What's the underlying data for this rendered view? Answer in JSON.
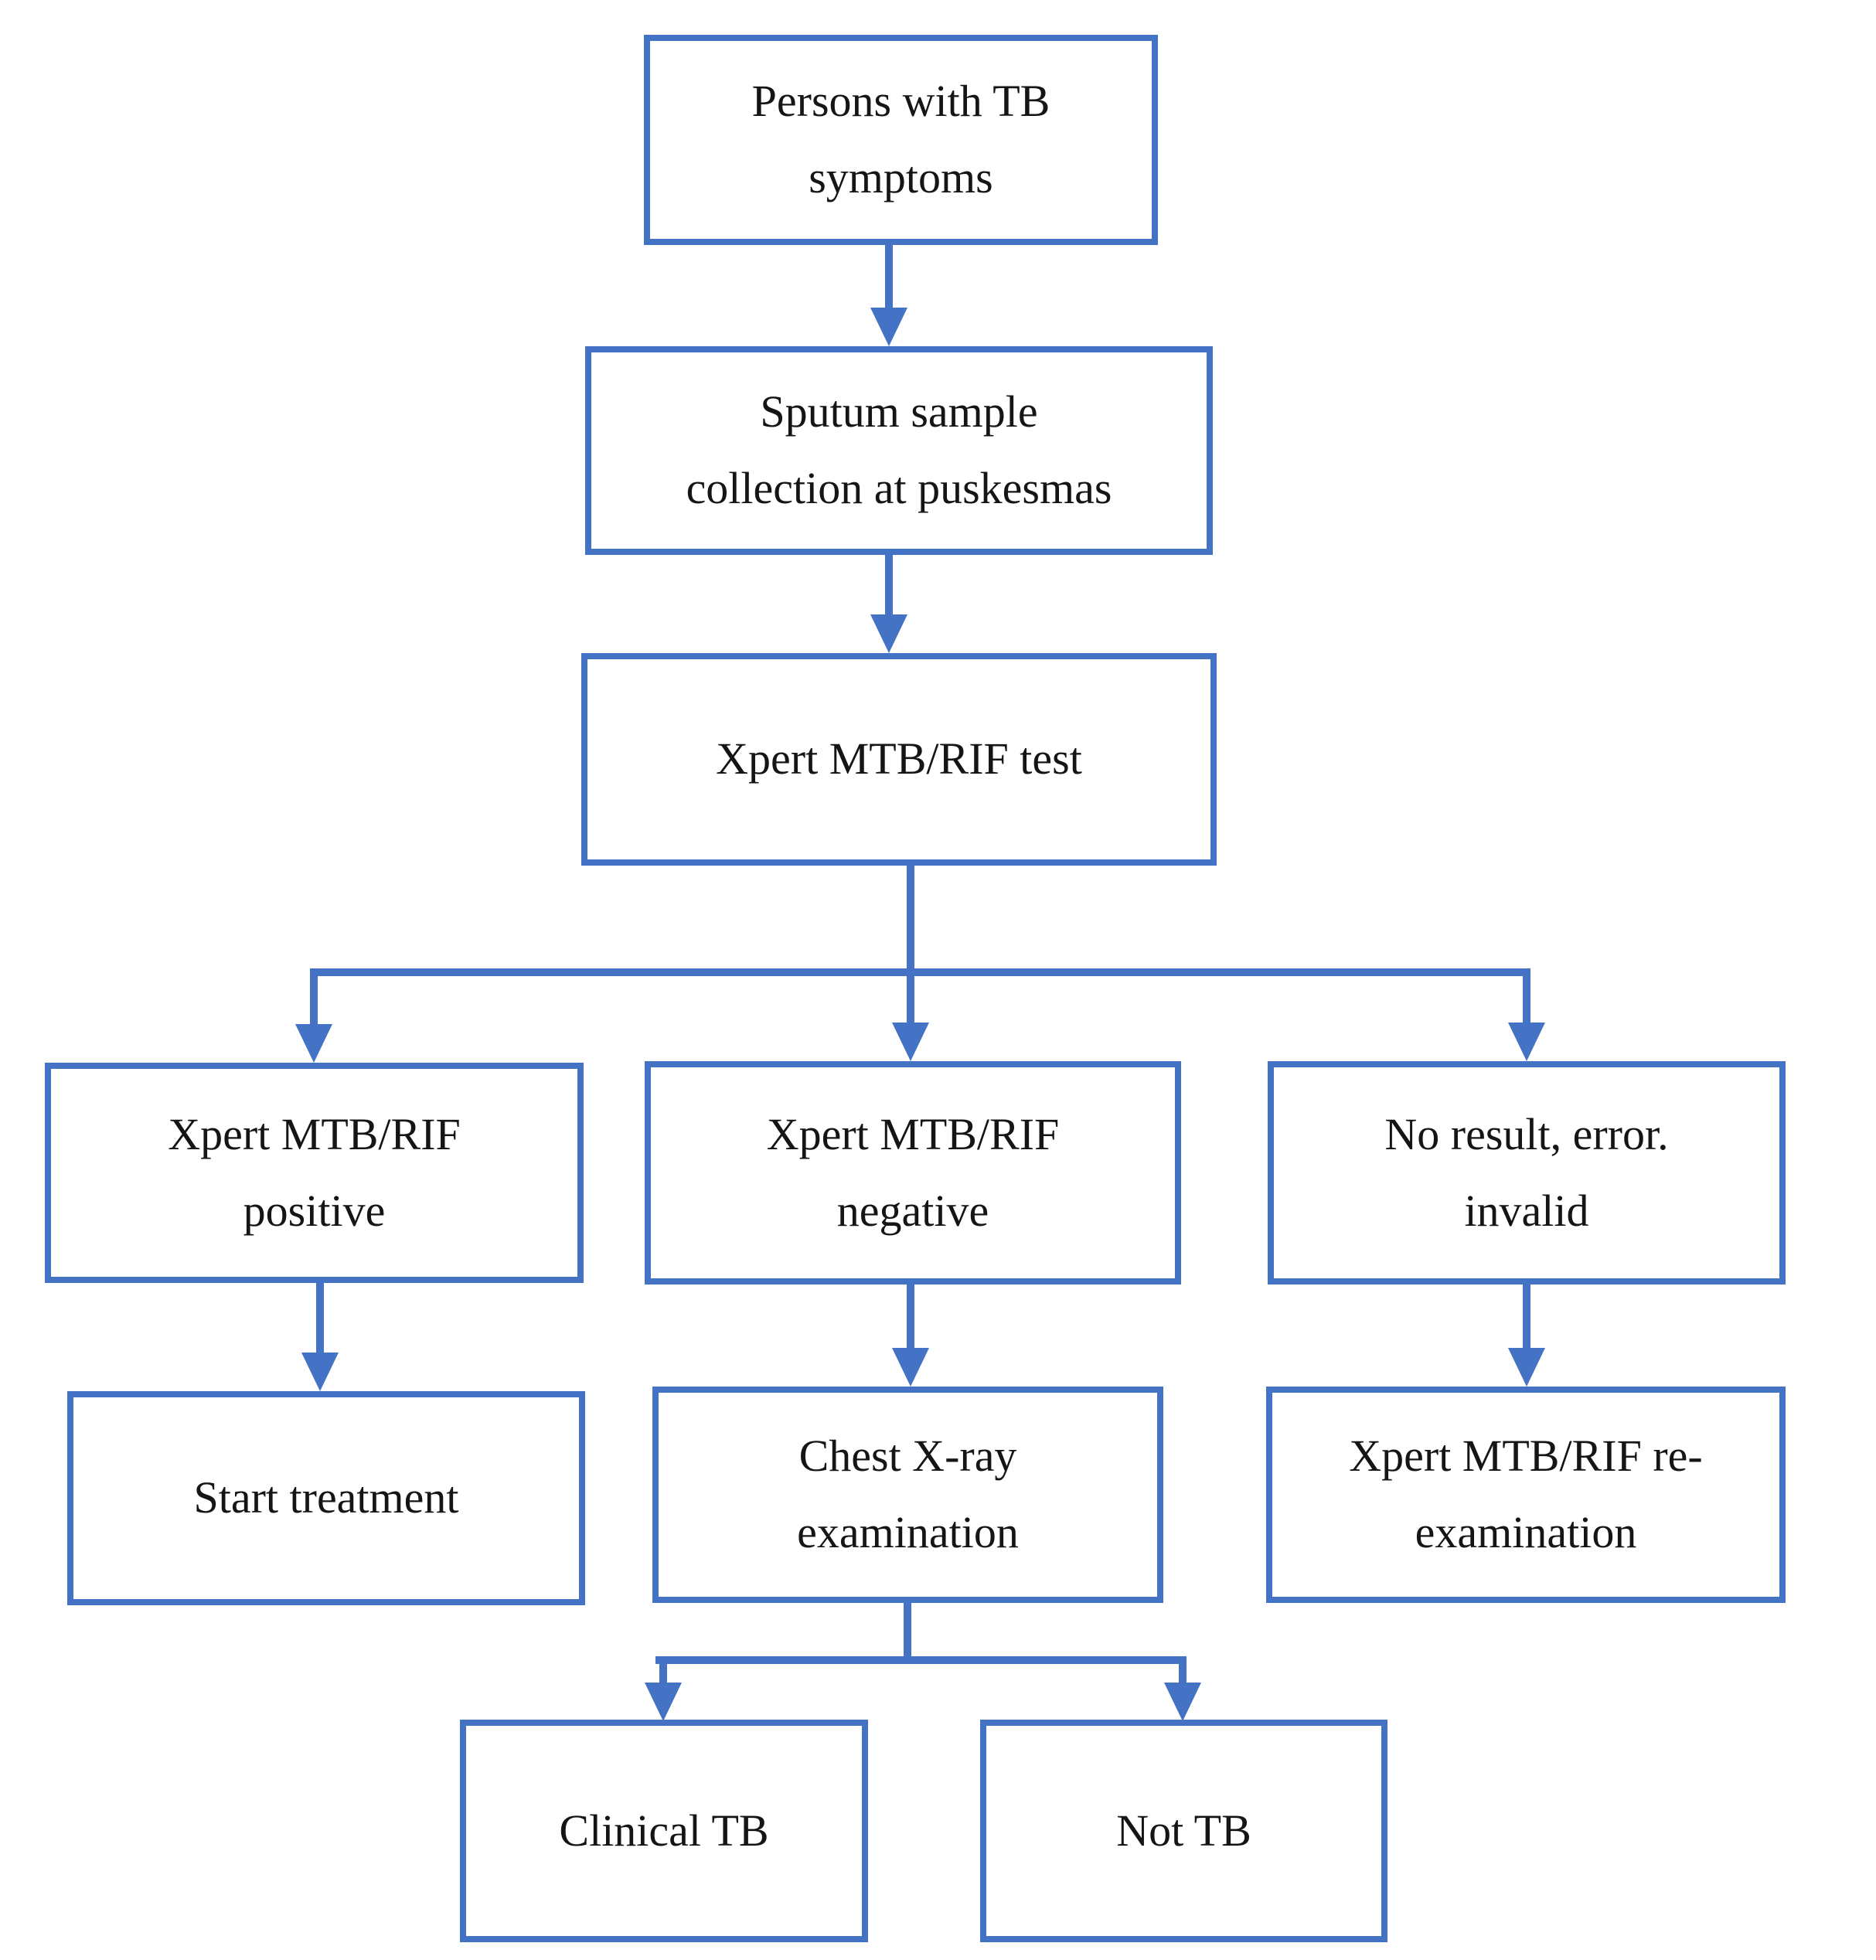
{
  "diagram": {
    "background": "#ffffff",
    "accent_color": "#4472C4",
    "text_color": "#151515",
    "nodes": {
      "persons": {
        "label": "Persons with TB\nsymptoms"
      },
      "sputum": {
        "label": "Sputum sample\ncollection at puskesmas"
      },
      "xpert_test": {
        "label": "Xpert MTB/RIF test"
      },
      "positive": {
        "label": "Xpert MTB/RIF\npositive"
      },
      "negative": {
        "label": "Xpert MTB/RIF\nnegative"
      },
      "no_result": {
        "label": "No result, error.\ninvalid"
      },
      "start_treatment": {
        "label": "Start treatment"
      },
      "chest_xray": {
        "label": "Chest X-ray\nexamination"
      },
      "reexamination": {
        "label": "Xpert MTB/RIF re-\nexamination"
      },
      "clinical_tb": {
        "label": "Clinical TB"
      },
      "not_tb": {
        "label": "Not TB"
      }
    },
    "edges": [
      {
        "from": "persons",
        "to": "sputum"
      },
      {
        "from": "sputum",
        "to": "xpert_test"
      },
      {
        "from": "xpert_test",
        "to": "positive"
      },
      {
        "from": "xpert_test",
        "to": "negative"
      },
      {
        "from": "xpert_test",
        "to": "no_result"
      },
      {
        "from": "positive",
        "to": "start_treatment"
      },
      {
        "from": "negative",
        "to": "chest_xray"
      },
      {
        "from": "no_result",
        "to": "reexamination"
      },
      {
        "from": "chest_xray",
        "to": "clinical_tb"
      },
      {
        "from": "chest_xray",
        "to": "not_tb"
      }
    ]
  }
}
